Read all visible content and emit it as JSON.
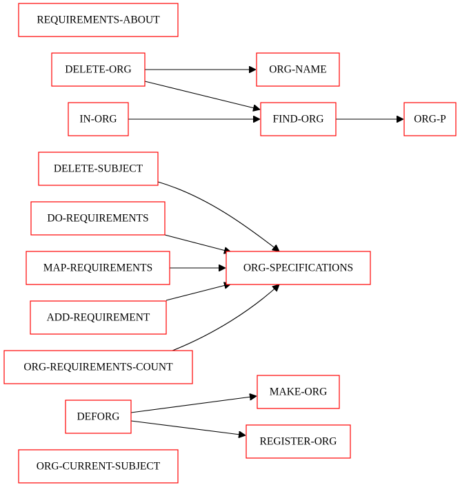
{
  "diagram": {
    "nodes": {
      "requirements_about": "REQUIREMENTS-ABOUT",
      "delete_org": "DELETE-ORG",
      "org_name": "ORG-NAME",
      "in_org": "IN-ORG",
      "find_org": "FIND-ORG",
      "org_p": "ORG-P",
      "delete_subject": "DELETE-SUBJECT",
      "do_requirements": "DO-REQUIREMENTS",
      "map_requirements": "MAP-REQUIREMENTS",
      "add_requirement": "ADD-REQUIREMENT",
      "org_requirements_count": "ORG-REQUIREMENTS-COUNT",
      "org_specifications": "ORG-SPECIFICATIONS",
      "deforg": "DEFORG",
      "make_org": "MAKE-ORG",
      "register_org": "REGISTER-ORG",
      "org_current_subject": "ORG-CURRENT-SUBJECT"
    },
    "edges": [
      [
        "delete_org",
        "org_name"
      ],
      [
        "delete_org",
        "find_org"
      ],
      [
        "in_org",
        "find_org"
      ],
      [
        "find_org",
        "org_p"
      ],
      [
        "delete_subject",
        "org_specifications"
      ],
      [
        "do_requirements",
        "org_specifications"
      ],
      [
        "map_requirements",
        "org_specifications"
      ],
      [
        "add_requirement",
        "org_specifications"
      ],
      [
        "org_requirements_count",
        "org_specifications"
      ],
      [
        "deforg",
        "make_org"
      ],
      [
        "deforg",
        "register_org"
      ]
    ],
    "colors": {
      "node_border": "#ff0000",
      "edge": "#000000",
      "background": "#ffffff"
    }
  }
}
